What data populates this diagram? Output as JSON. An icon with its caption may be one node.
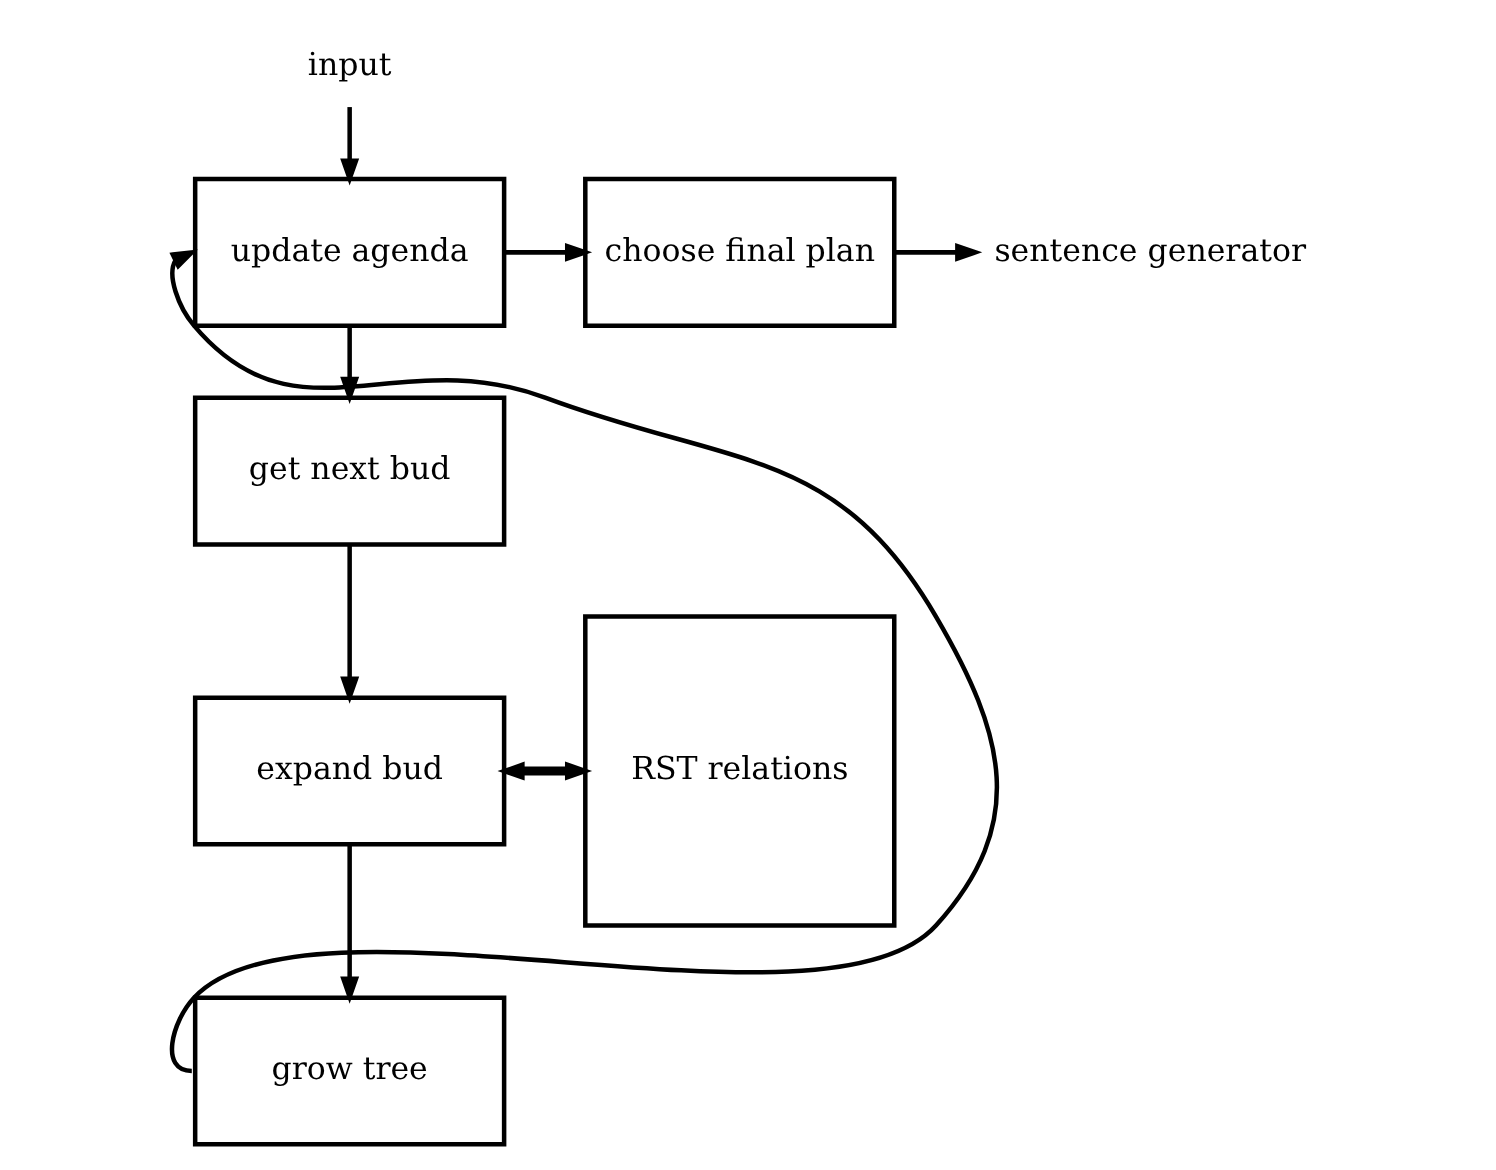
{
  "diagram": {
    "nodes": [
      {
        "text": [
          "input"
        ]
      },
      {
        "text": [
          "update agenda"
        ]
      },
      {
        "text": [
          "choose final plan"
        ]
      },
      {
        "text": [
          "sentence generator"
        ]
      },
      {
        "text": [
          "get next bud"
        ]
      },
      {
        "text": [
          "expand bud"
        ]
      },
      {
        "text": [
          "RST relations"
        ]
      },
      {
        "text": [
          "grow tree"
        ]
      }
    ],
    "edges": [
      {
        "from": 0,
        "to": 1,
        "arrow": "to"
      },
      {
        "from": 1,
        "to": 2,
        "arrow": "to"
      },
      {
        "from": 2,
        "to": 3,
        "arrow": "to"
      },
      {
        "from": 1,
        "to": 4,
        "arrow": "to"
      },
      {
        "from": 4,
        "to": 5,
        "arrow": "to"
      },
      {
        "from": 5,
        "to": 6,
        "arrow": "both"
      },
      {
        "from": 5,
        "to": 7,
        "arrow": "to"
      },
      {
        "from": 7,
        "to": 1,
        "arrow": "to"
      }
    ]
  }
}
